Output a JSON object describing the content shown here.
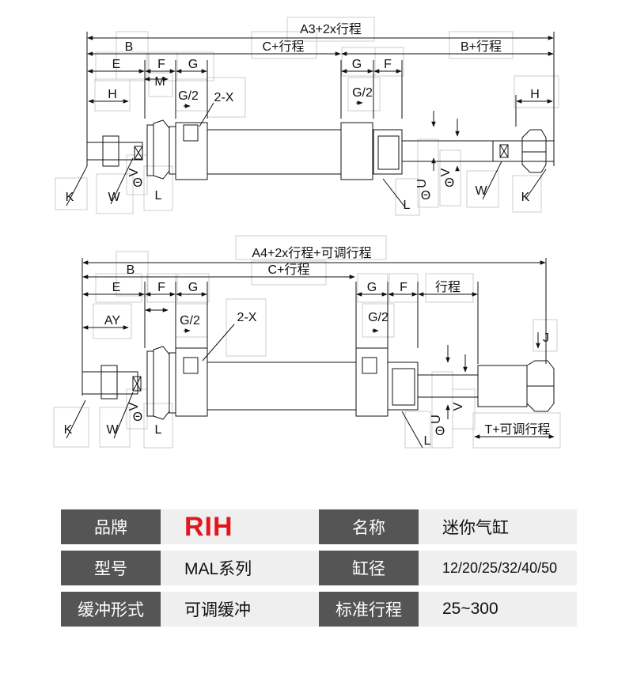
{
  "diagram_top": {
    "dimensions": {
      "overall": "A3+2x行程",
      "b_left": "B",
      "c_stroke": "C+行程",
      "b_right": "B+行程",
      "e": "E",
      "f_left": "F",
      "g_left": "G",
      "g_right": "G",
      "f_right": "F",
      "m": "M",
      "h_left": "H",
      "h_right": "H",
      "g2_left": "G/2",
      "g2_right": "G/2",
      "x_ports": "2-X",
      "k_left": "K",
      "w_left": "W",
      "v_left": "V",
      "theta_left": "Θ",
      "l_left": "L",
      "l_right": "L",
      "u_right": "U",
      "theta_u": "Θ",
      "v_right": "V",
      "theta_v": "Θ",
      "w_right": "W",
      "k_right": "K"
    }
  },
  "diagram_bottom": {
    "dimensions": {
      "overall": "A4+2x行程+可调行程",
      "b": "B",
      "c_stroke": "C+行程",
      "e": "E",
      "f_left": "F",
      "g_left": "G",
      "g_right": "G",
      "f_right": "F",
      "stroke": "行程",
      "ay": "AY",
      "g2_left": "G/2",
      "g2_right": "G/2",
      "x_ports": "2-X",
      "j": "J",
      "k": "K",
      "w": "W",
      "v_left": "V",
      "theta_left": "Θ",
      "l_left": "L",
      "l_right": "L",
      "u": "U",
      "theta_u": "Θ",
      "v_right": "V",
      "t_adjust": "T+可调行程"
    }
  },
  "spec_table": {
    "rows": [
      {
        "label1": "品牌",
        "value1": "RIH",
        "label2": "名称",
        "value2": "迷你气缸"
      },
      {
        "label1": "型号",
        "value1": "MAL系列",
        "label2": "缸径",
        "value2": "12/20/25/32/40/50"
      },
      {
        "label1": "缓冲形式",
        "value1": "可调缓冲",
        "label2": "标准行程",
        "value2": "25~300"
      }
    ]
  },
  "colors": {
    "brand": "#e3161d",
    "label_bg": "#555555",
    "value_bg": "#efefef",
    "line": "#111111",
    "callout_box": "#cccccc"
  }
}
